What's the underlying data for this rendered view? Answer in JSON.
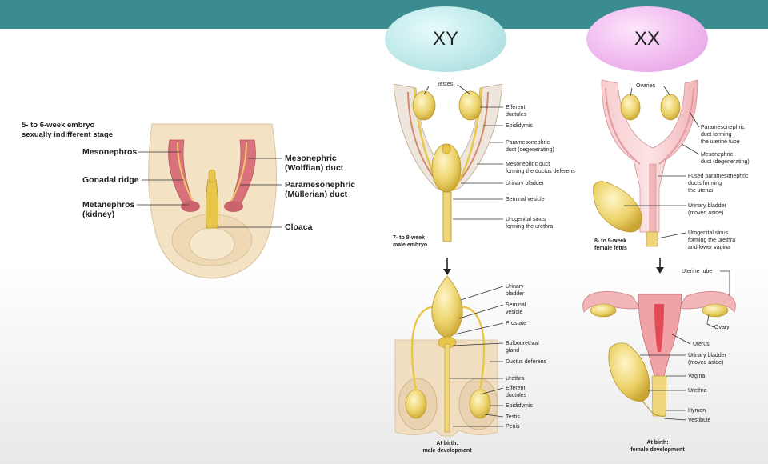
{
  "headers": {
    "xy": "XY",
    "xx": "XX"
  },
  "indifferent": {
    "title_line1": "5- to 6-week embryo",
    "title_line2": "sexually indifferent stage",
    "labels": {
      "mesonephros": "Mesonephros",
      "gonadal_ridge": "Gonadal ridge",
      "metanephros_line1": "Metanephros",
      "metanephros_line2": "(kidney)",
      "mesonephric_line1": "Mesonephric",
      "mesonephric_line2": "(Wolffian) duct",
      "paramesonephric_line1": "Paramesonephric",
      "paramesonephric_line2": "(Müllerian) duct",
      "cloaca": "Cloaca"
    }
  },
  "male_embryo": {
    "caption_line1": "7- to 8-week",
    "caption_line2": "male embryo",
    "labels": {
      "testes": "Testes",
      "efferent_line1": "Efferent",
      "efferent_line2": "ductules",
      "epididymis": "Epididymis",
      "paramesonephric_line1": "Paramesonephric",
      "paramesonephric_line2": "duct (degenerating)",
      "mesonephric_line1": "Mesonephric duct",
      "mesonephric_line2": "forming the ductus deferens",
      "urinary_bladder": "Urinary bladder",
      "seminal_vesicle": "Seminal vesicle",
      "urogenital_line1": "Urogenital sinus",
      "urogenital_line2": "forming the urethra"
    }
  },
  "male_birth": {
    "caption_line1": "At birth:",
    "caption_line2": "male development",
    "labels": {
      "urinary_line1": "Urinary",
      "urinary_line2": "bladder",
      "seminal_line1": "Seminal",
      "seminal_line2": "vesicle",
      "prostate": "Prostate",
      "bulbo_line1": "Bulbourethral",
      "bulbo_line2": "gland",
      "ductus_deferens": "Ductus deferens",
      "urethra": "Urethra",
      "efferent_line1": "Efferent",
      "efferent_line2": "ductules",
      "epididymis": "Epididymis",
      "testis": "Testis",
      "penis": "Penis"
    }
  },
  "female_fetus": {
    "caption_line1": "8- to 9-week",
    "caption_line2": "female fetus",
    "labels": {
      "ovaries": "Ovaries",
      "parameso_line1": "Paramesonephric",
      "parameso_line2": "duct forming",
      "parameso_line3": "the uterine tube",
      "meso_line1": "Mesonephric",
      "meso_line2": "duct (degenerating)",
      "fused_line1": "Fused paramesonephric",
      "fused_line2": "ducts forming",
      "fused_line3": "the uterus",
      "bladder_line1": "Urinary bladder",
      "bladder_line2": "(moved aside)",
      "sinus_line1": "Urogenital sinus",
      "sinus_line2": "forming the urethra",
      "sinus_line3": "and lower vagina"
    }
  },
  "female_birth": {
    "caption_line1": "At birth:",
    "caption_line2": "female development",
    "labels": {
      "uterine_tube": "Uterine tube",
      "ovary": "Ovary",
      "uterus": "Uterus",
      "bladder_line1": "Urinary bladder",
      "bladder_line2": "(moved aside)",
      "vagina": "Vagina",
      "urethra": "Urethra",
      "hymen": "Hymen",
      "vestibule": "Vestibule"
    }
  },
  "colors": {
    "topbar": "#3b8c91",
    "skin": "#f3e2c4",
    "duct_yellow": "#e8c64a",
    "uterus_pink": "#f2b5b8",
    "mesonephros_red": "#d9727a"
  }
}
